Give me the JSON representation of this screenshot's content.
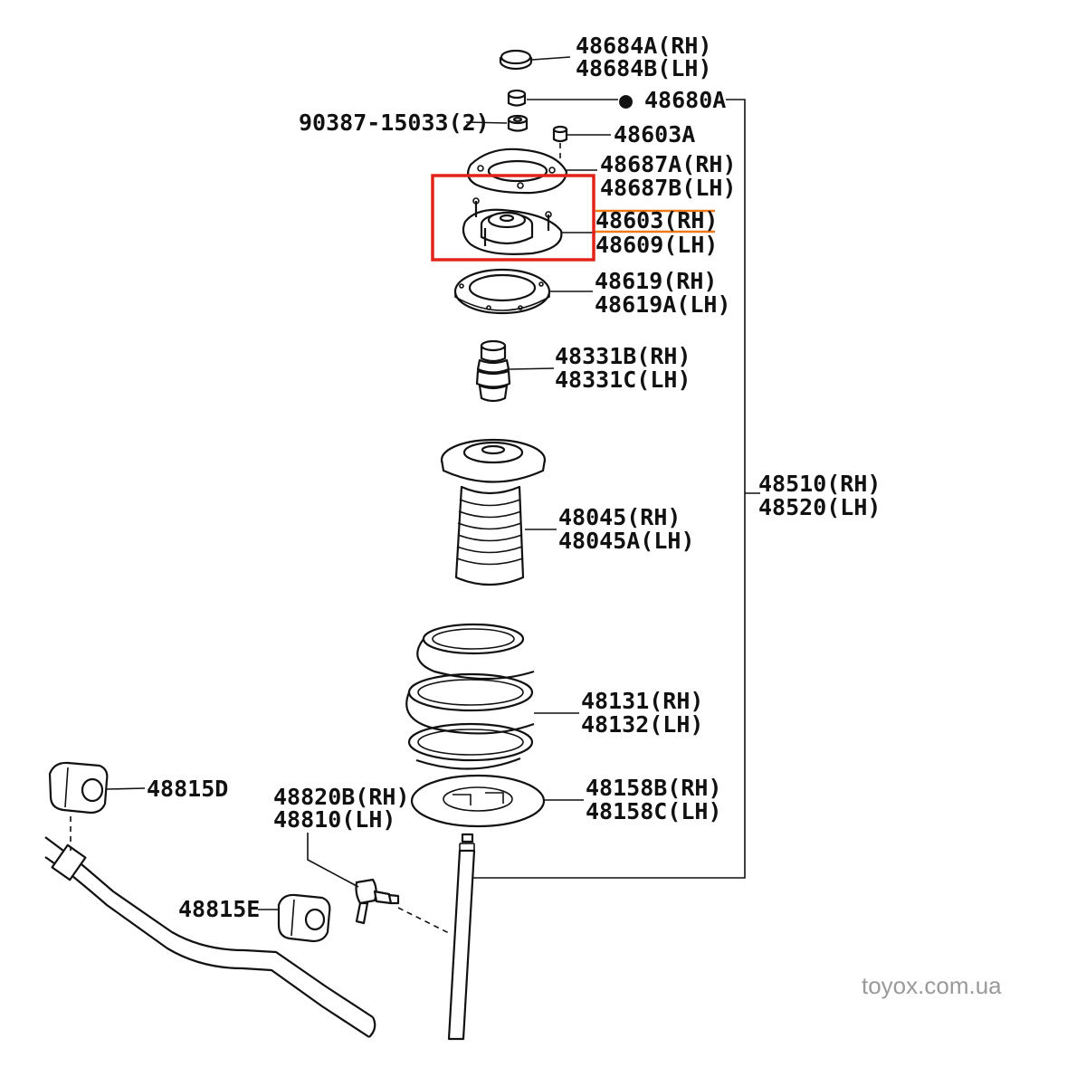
{
  "parts": {
    "cap": {
      "line1": "48684A(RH)",
      "line2": "48684B(LH)"
    },
    "nut": {
      "bullet": "●",
      "label": "48680A"
    },
    "bolt_nut": {
      "label": "90387-15033(2)"
    },
    "stud_nut": {
      "label": "48603A"
    },
    "gasket": {
      "line1": "48687A(RH)",
      "line2": "48687B(LH)"
    },
    "mount": {
      "line1": "48603(RH)",
      "line2": "48609(LH)"
    },
    "seat": {
      "line1": "48619(RH)",
      "line2": "48619A(LH)"
    },
    "bumper": {
      "line1": "48331B(RH)",
      "line2": "48331C(LH)"
    },
    "boot": {
      "line1": "48045(RH)",
      "line2": "48045A(LH)"
    },
    "spring": {
      "line1": "48131(RH)",
      "line2": "48132(LH)"
    },
    "insulator": {
      "line1": "48158B(RH)",
      "line2": "48158C(LH)"
    },
    "absorber": {
      "line1": "48510(RH)",
      "line2": "48520(LH)"
    },
    "bush_d": {
      "label": "48815D"
    },
    "bush_e": {
      "label": "48815E"
    },
    "link": {
      "line1": "48820B(RH)",
      "line2": "48810(LH)"
    }
  },
  "watermark": "toyox.com.ua",
  "highlight": {
    "part": "48603(RH)",
    "box_color": "#e2231a",
    "underline_color": "#f07a1a"
  }
}
